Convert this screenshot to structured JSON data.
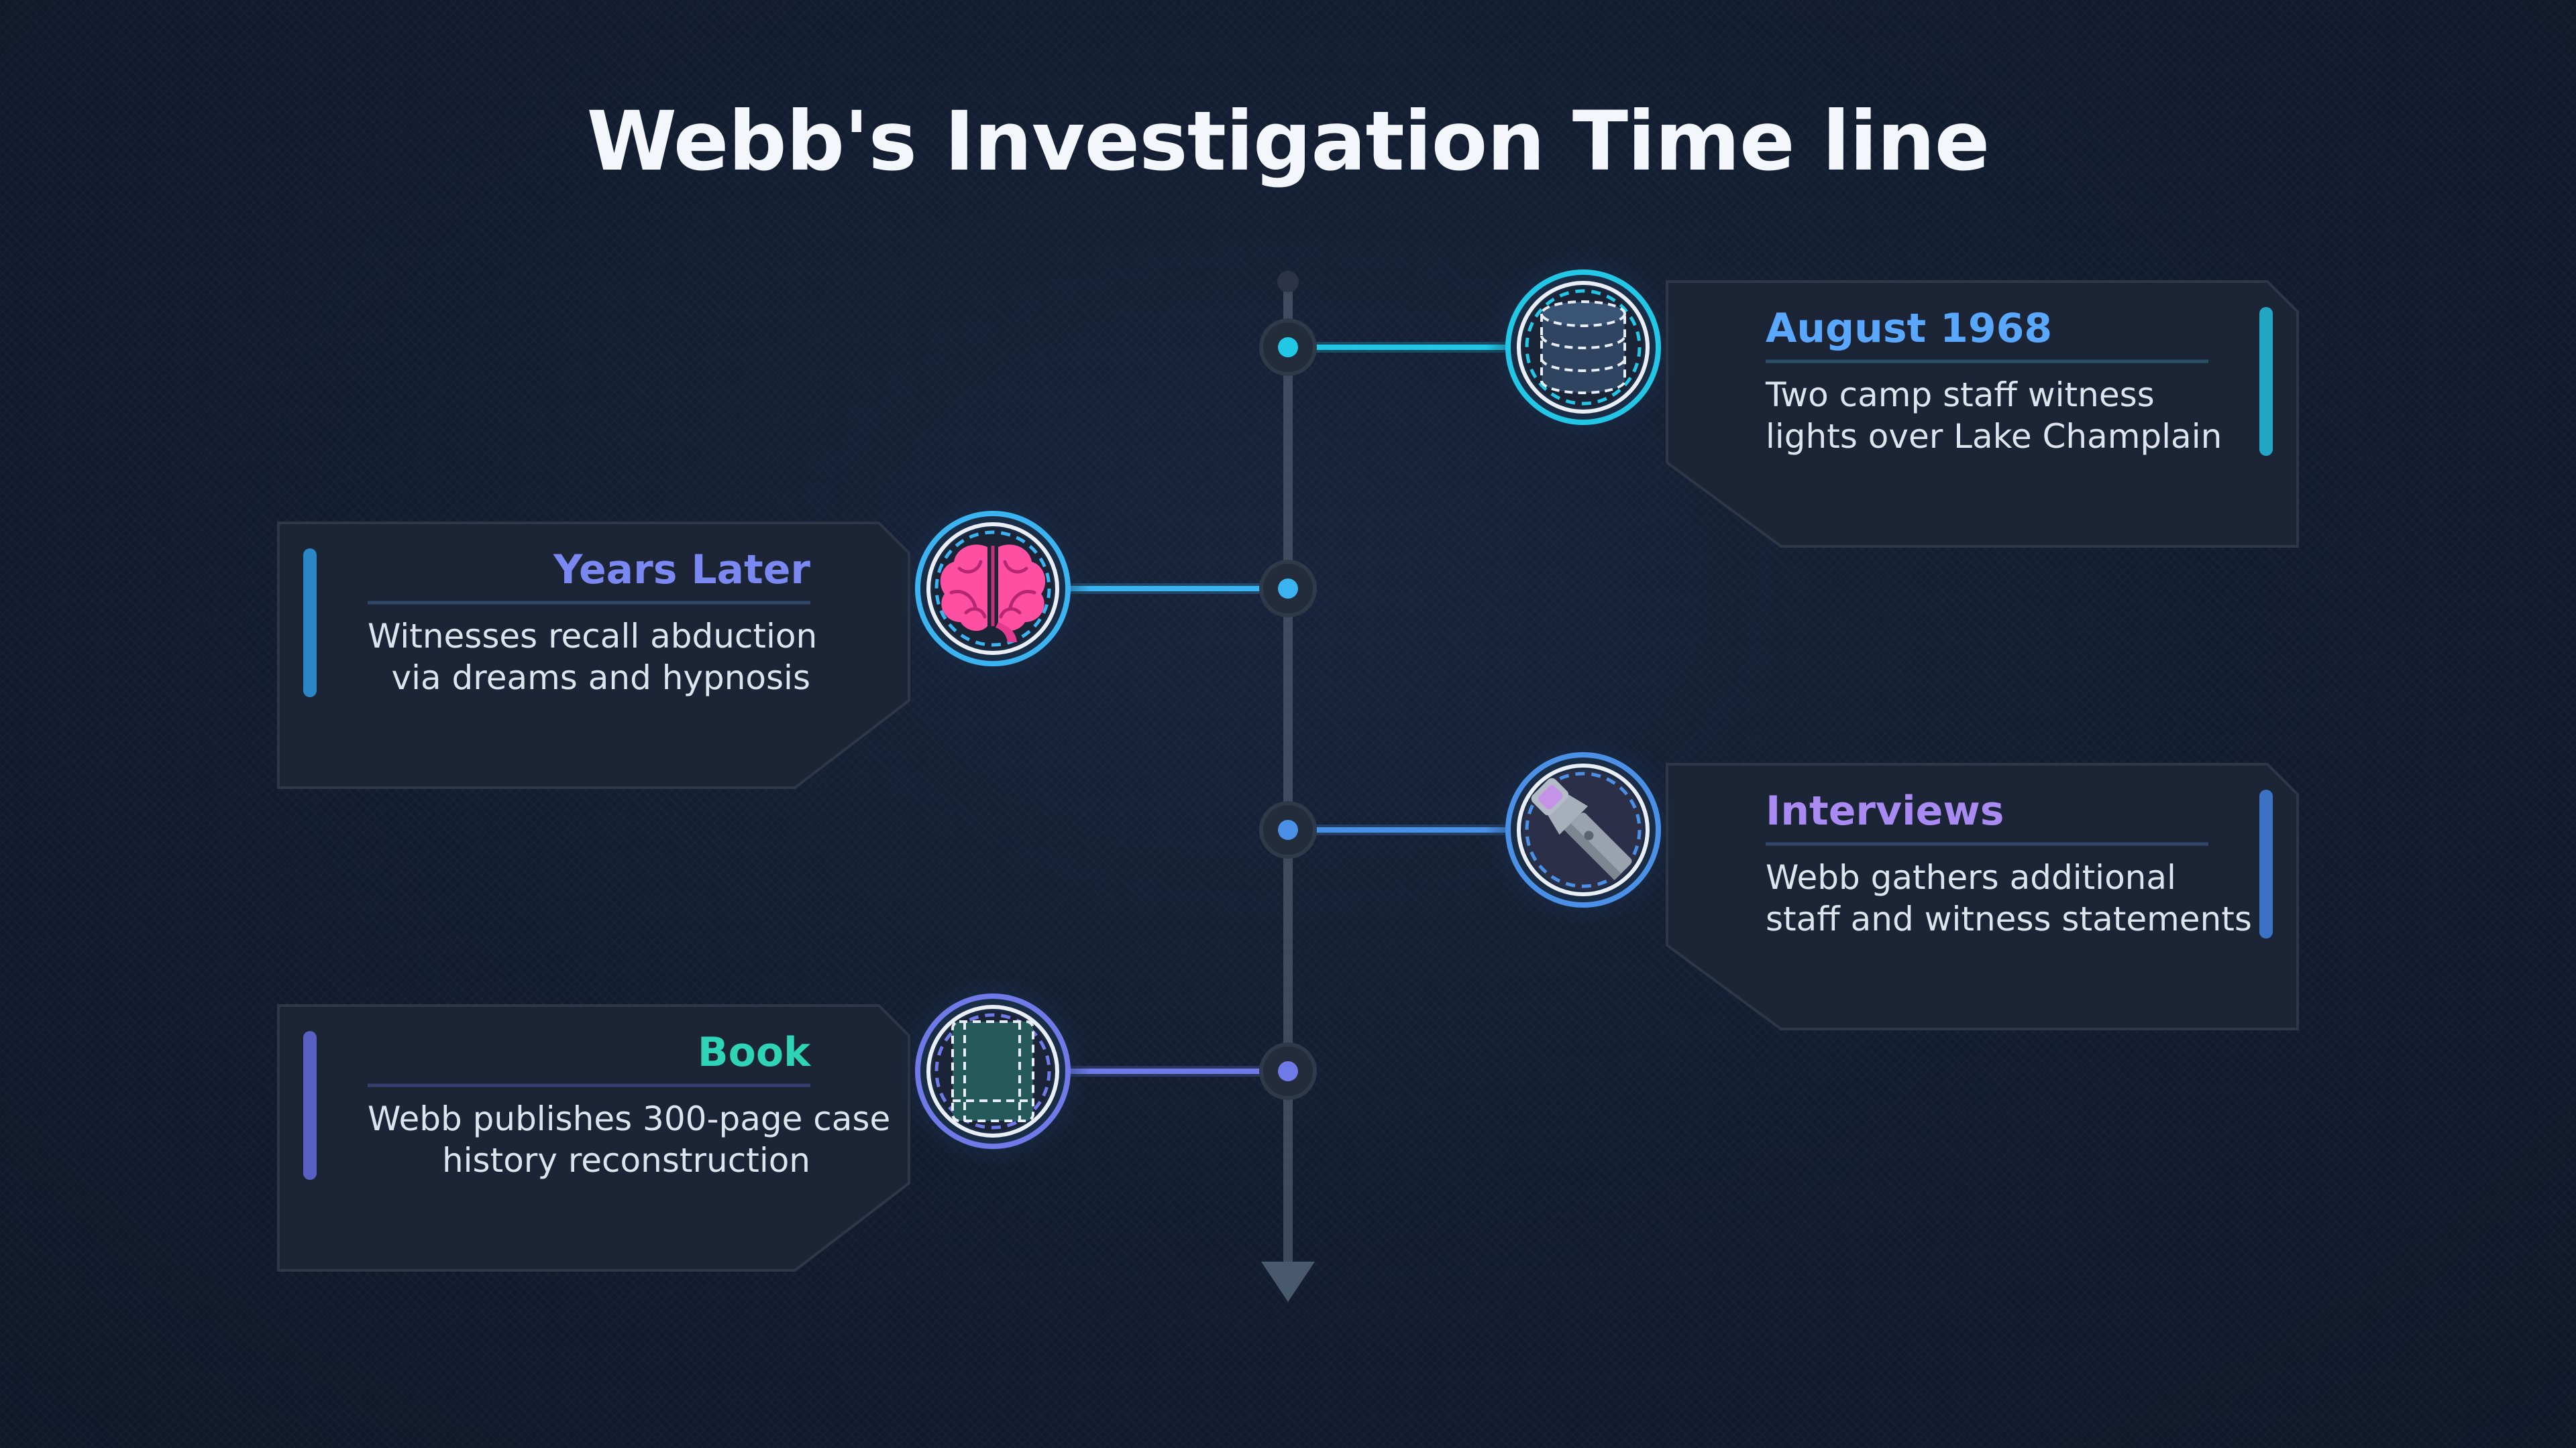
{
  "title": "Webb's Investigation Time line",
  "events": [
    {
      "title": "August 1968",
      "desc_lines": [
        "Two camp staff witness",
        "lights over Lake Champlain"
      ],
      "side": "right",
      "accent": "#23c7e6",
      "title_color": "#5aa7ff",
      "icon": "database-icon"
    },
    {
      "title": "Years Later",
      "desc_lines": [
        "Witnesses recall abduction",
        "via dreams and hypnosis"
      ],
      "side": "left",
      "accent": "#3bb3f0",
      "title_color": "#7b88f2",
      "icon": "brain-icon"
    },
    {
      "title": "Interviews",
      "desc_lines": [
        "Webb gathers additional",
        "staff and witness statements"
      ],
      "side": "right",
      "accent": "#4a90e6",
      "title_color": "#a98af2",
      "icon": "microphone-icon"
    },
    {
      "title": "Book",
      "desc_lines": [
        "Webb publishes 300-page case",
        "history reconstruction"
      ],
      "side": "left",
      "accent": "#6f79e8",
      "title_color": "#2fd3b6",
      "icon": "book-icon"
    }
  ]
}
